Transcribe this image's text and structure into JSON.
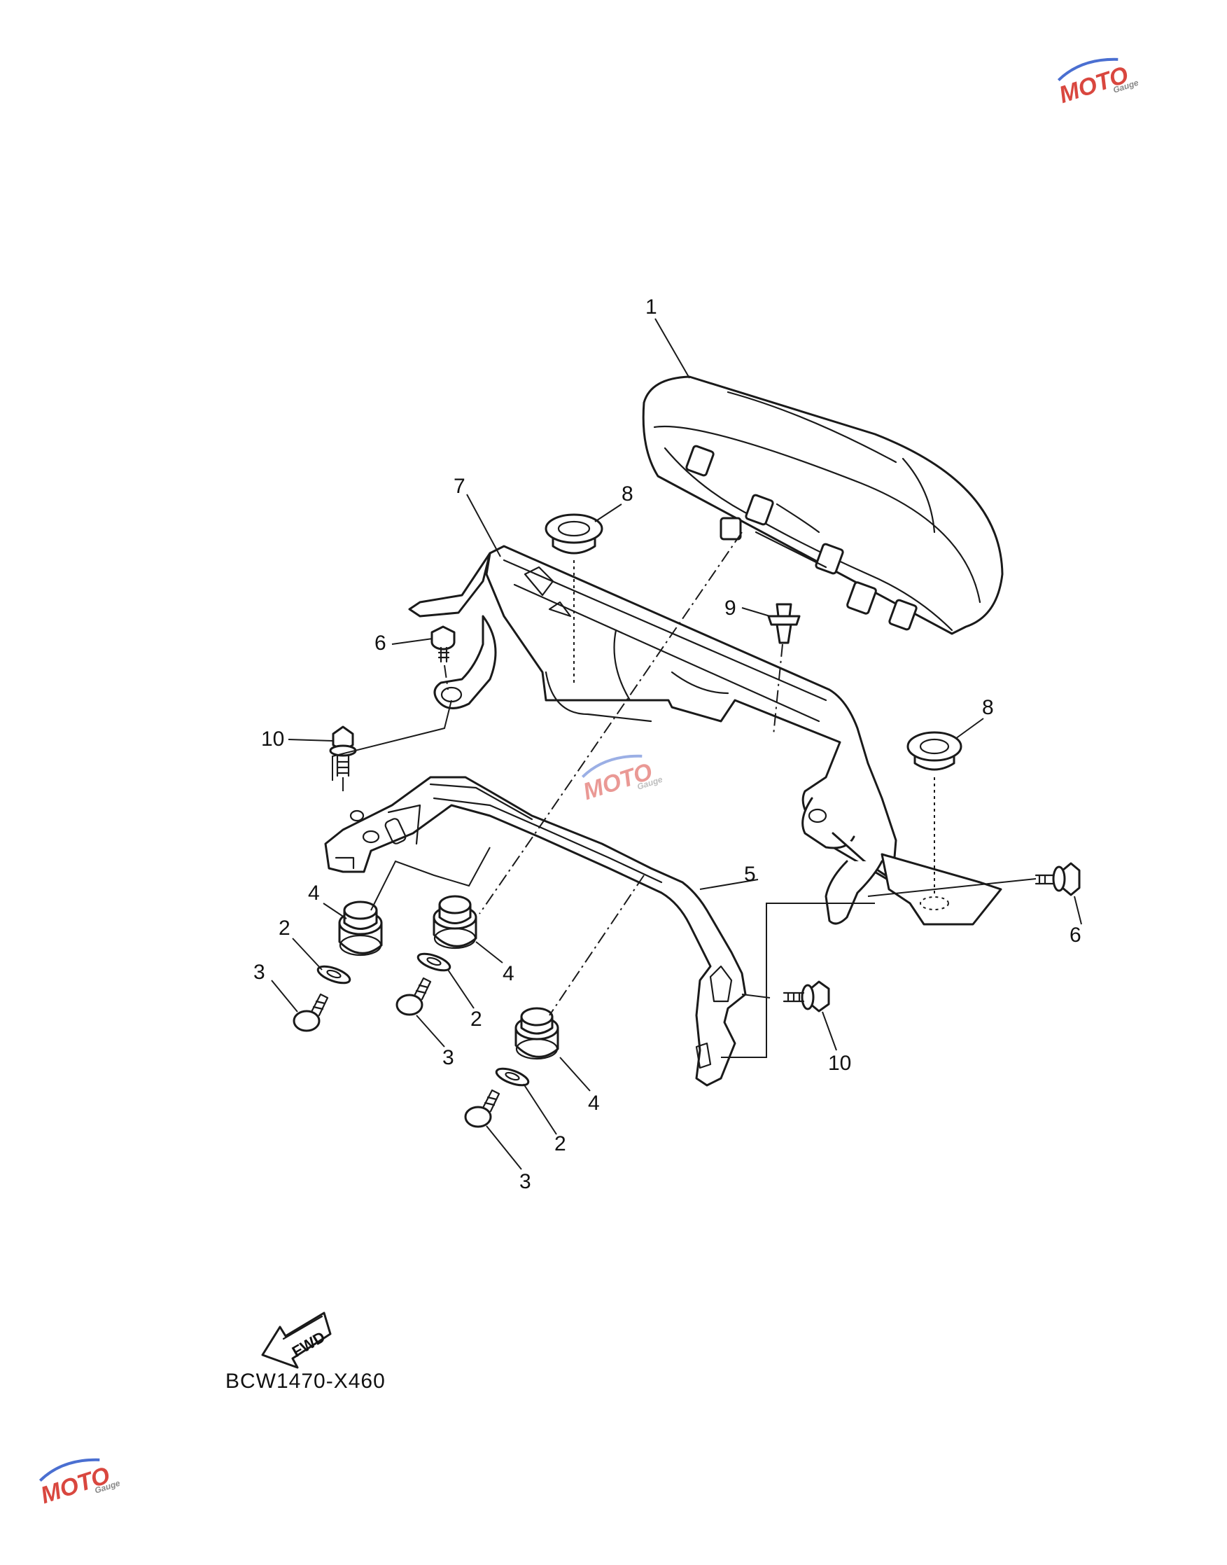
{
  "callouts": [
    {
      "id": "c1",
      "label": "1"
    },
    {
      "id": "c7",
      "label": "7"
    },
    {
      "id": "c8a",
      "label": "8"
    },
    {
      "id": "c9",
      "label": "9"
    },
    {
      "id": "c6a",
      "label": "6"
    },
    {
      "id": "c10a",
      "label": "10"
    },
    {
      "id": "c8b",
      "label": "8"
    },
    {
      "id": "c5",
      "label": "5"
    },
    {
      "id": "c6b",
      "label": "6"
    },
    {
      "id": "c4a",
      "label": "4"
    },
    {
      "id": "c2a",
      "label": "2"
    },
    {
      "id": "c3a",
      "label": "3"
    },
    {
      "id": "c4b",
      "label": "4"
    },
    {
      "id": "c2b",
      "label": "2"
    },
    {
      "id": "c3b",
      "label": "3"
    },
    {
      "id": "c10b",
      "label": "10"
    },
    {
      "id": "c4c",
      "label": "4"
    },
    {
      "id": "c2c",
      "label": "2"
    },
    {
      "id": "c3c",
      "label": "3"
    }
  ],
  "fwd_label": "FWD",
  "diagram_code": "BCW1470-X460",
  "watermark": {
    "text": "MOTO",
    "sub": "Gauge"
  },
  "colors": {
    "line": "#1a1a1a",
    "watermark_red": "#d9473f",
    "watermark_blue": "#4a6fd1"
  }
}
